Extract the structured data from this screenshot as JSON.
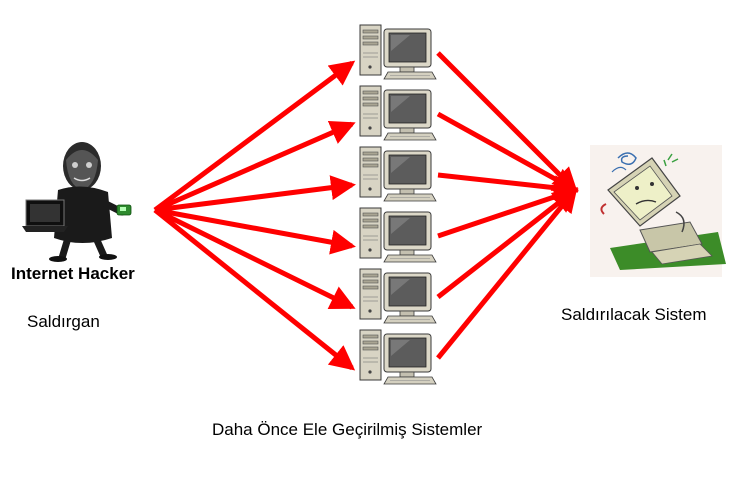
{
  "attacker": {
    "title": "Internet Hacker",
    "role": "Saldırgan",
    "icon": "hacker-icon"
  },
  "target": {
    "label": "Saldırılacak Sistem",
    "icon": "sick-computer-icon"
  },
  "infected_systems": {
    "label": "Daha Önce Ele Geçirilmiş Sistemler",
    "count": 6,
    "icon": "desktop-computer-icon"
  },
  "colors": {
    "arrow": "#ff0000",
    "text": "#000000",
    "background": "#ffffff"
  }
}
